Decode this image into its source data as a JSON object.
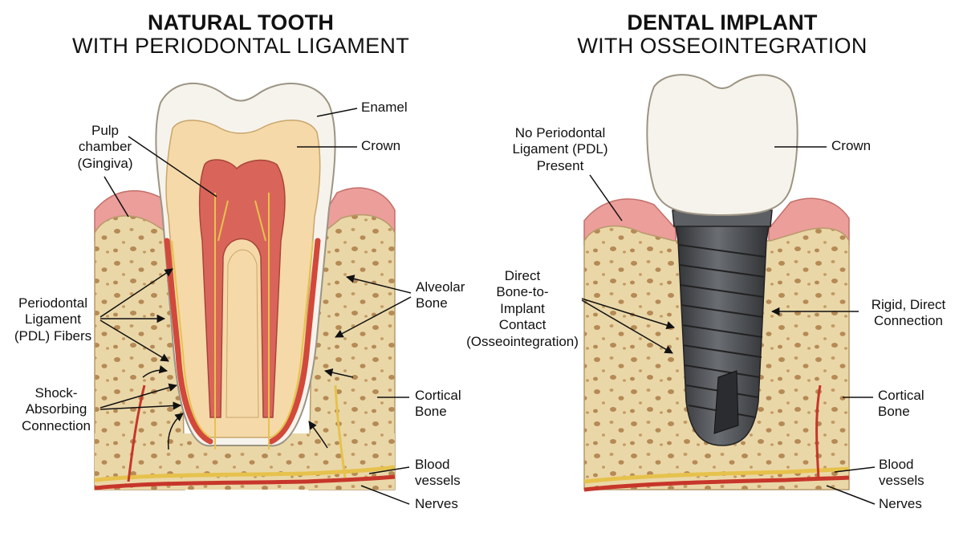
{
  "left_panel": {
    "title": "NATURAL TOOTH",
    "subtitle": "WITH PERIODONTAL LIGAMENT",
    "labels": {
      "enamel": "Enamel",
      "crown": "Crown",
      "pulp_line1": "Pulp",
      "pulp_line2": "chamber",
      "pulp_line3": "(Gingiva)",
      "pdl_line1": "Periodontal",
      "pdl_line2": "Ligament",
      "pdl_line3": "(PDL) Fibers",
      "shock_line1": "Shock-",
      "shock_line2": "Absorbing",
      "shock_line3": "Connection",
      "alveolar_line1": "Alveolar",
      "alveolar_line2": "Bone",
      "cortical_line1": "Cortical",
      "cortical_line2": "Bone",
      "blood_line1": "Blood",
      "blood_line2": "vessels",
      "nerves": "Nerves"
    }
  },
  "right_panel": {
    "title": "DENTAL IMPLANT",
    "subtitle": "WITH OSSEOINTEGRATION",
    "labels": {
      "crown": "Crown",
      "nopdl_line1": "No Periodontal",
      "nopdl_line2": "Ligament (PDL)",
      "nopdl_line3": "Present",
      "direct_line1": "Direct",
      "direct_line2": "Bone-to-",
      "direct_line3": "Implant",
      "direct_line4": "Contact",
      "direct_line5": "(Osseointegration)",
      "rigid_line1": "Rigid, Direct",
      "rigid_line2": "Connection",
      "cortical_line1": "Cortical",
      "cortical_line2": "Bone",
      "blood_line1": "Blood",
      "blood_line2": "vessels",
      "nerves": "Nerves"
    }
  },
  "colors": {
    "bone": "#ead7a8",
    "gum": "#eb9e9a",
    "enamel": "#f6f3ec",
    "dentin": "#f5d9a8",
    "pulp": "#d9655a",
    "implant": "#4a4c50",
    "vessel": "#c7362a",
    "nerve": "#e6c24d"
  }
}
